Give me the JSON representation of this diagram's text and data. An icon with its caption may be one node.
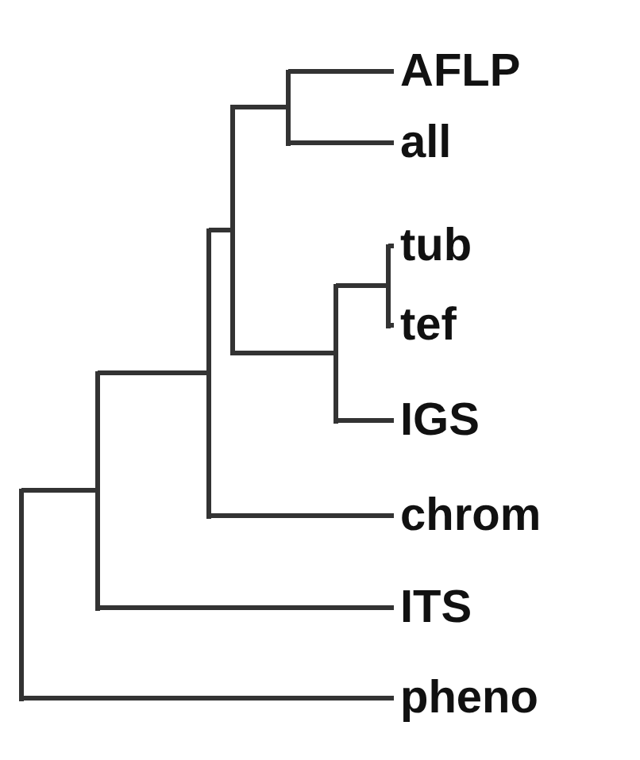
{
  "diagram": {
    "nodes": [
      {
        "text": [],
        "shape": "bar"
      },
      {
        "text": [],
        "shape": "bar"
      },
      {
        "text": [],
        "shape": "bar"
      },
      {
        "text": [],
        "shape": "bar"
      },
      {
        "text": [],
        "shape": "bar"
      },
      {
        "text": [
          "AFLP"
        ]
      },
      {
        "text": [
          "all"
        ]
      },
      {
        "text": [],
        "shape": "bar"
      },
      {
        "text": [],
        "shape": "bar"
      },
      {
        "text": [
          "tub"
        ]
      },
      {
        "text": [
          "tef"
        ]
      },
      {
        "text": [
          "IGS"
        ]
      },
      {
        "text": [
          "chrom"
        ]
      },
      {
        "text": [
          "ITS"
        ]
      },
      {
        "text": [
          "pheno"
        ]
      }
    ],
    "edges": [
      {
        "from": 0,
        "to": 1,
        "arrow": "none"
      },
      {
        "from": 0,
        "to": 14,
        "arrow": "none"
      },
      {
        "from": 1,
        "to": 2,
        "arrow": "none"
      },
      {
        "from": 1,
        "to": 13,
        "arrow": "none"
      },
      {
        "from": 2,
        "to": 3,
        "arrow": "none"
      },
      {
        "from": 2,
        "to": 12,
        "arrow": "none"
      },
      {
        "from": 3,
        "to": 4,
        "arrow": "none"
      },
      {
        "from": 3,
        "to": 7,
        "arrow": "none"
      },
      {
        "from": 4,
        "to": 5,
        "arrow": "none"
      },
      {
        "from": 4,
        "to": 6,
        "arrow": "none"
      },
      {
        "from": 7,
        "to": 8,
        "arrow": "none"
      },
      {
        "from": 7,
        "to": 11,
        "arrow": "none"
      },
      {
        "from": 8,
        "to": 9,
        "arrow": "none"
      },
      {
        "from": 8,
        "to": 10,
        "arrow": "none"
      }
    ]
  }
}
